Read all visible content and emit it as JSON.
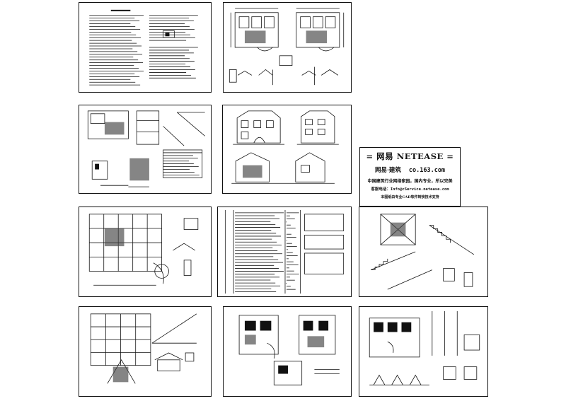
{
  "stamp": {
    "line1": "= 网易   NETEASE =",
    "line2_a": "网易·建筑",
    "line2_b": "co.163.com",
    "line3": "中国建筑行业网络家园，国内专业，所以完美",
    "line4": "客服电话：Info@cService.netease.com",
    "line5": "本图纸由专业CAD软件转换技术支持"
  },
  "sheets": [
    {
      "name": "design-notes-sheet"
    },
    {
      "name": "floor-plans-sheet-top"
    },
    {
      "name": "section-detail-sheet"
    },
    {
      "name": "elevations-sheet"
    },
    {
      "name": "structural-plan-sheet-1"
    },
    {
      "name": "structural-notes-table-sheet"
    },
    {
      "name": "stair-detail-sheet-1"
    },
    {
      "name": "roof-plan-sheet"
    },
    {
      "name": "foundation-plan-sheet"
    },
    {
      "name": "column-detail-sheet"
    }
  ]
}
